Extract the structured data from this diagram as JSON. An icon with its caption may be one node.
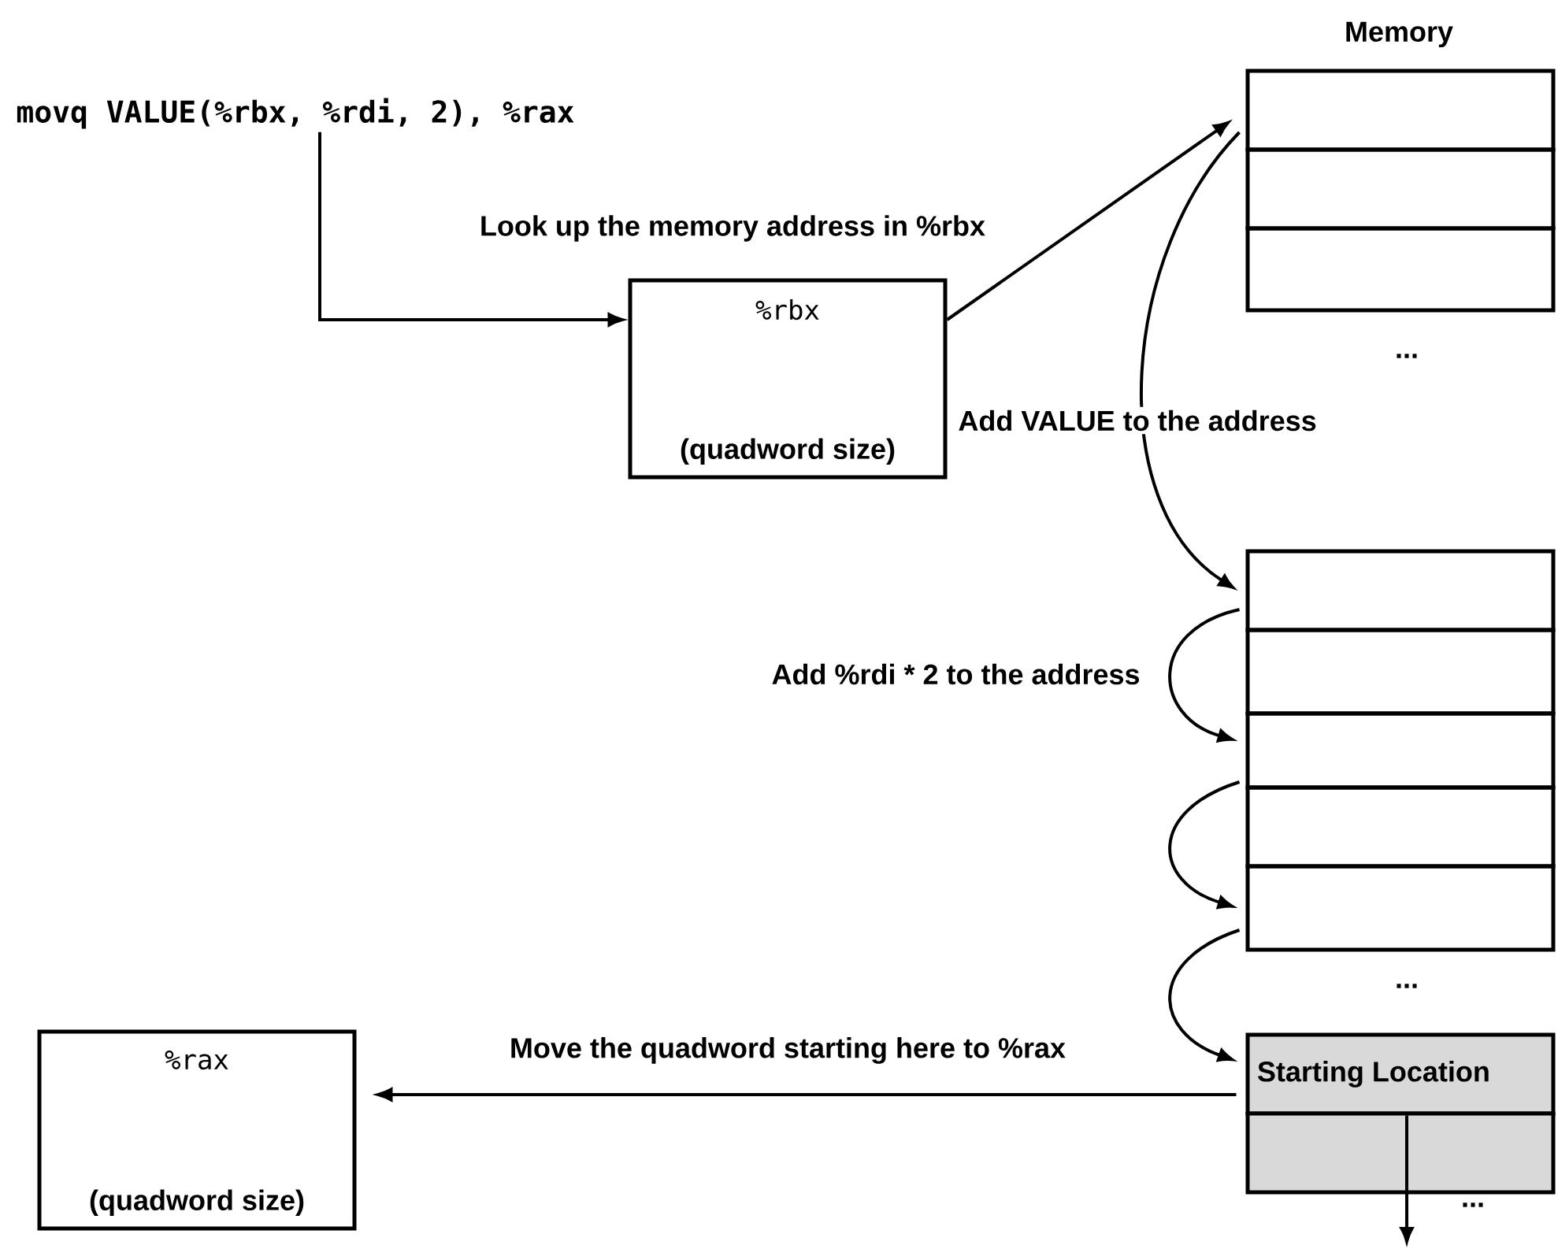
{
  "diagram": {
    "nodes": [
      {
        "text": [
          "movq VALUE(%rbx, %rdi, 2), %rax"
        ]
      },
      {
        "text": [
          "%rbx",
          "(quadword size)"
        ]
      },
      {
        "text": [],
        "shape": "box"
      },
      {
        "text": [],
        "shape": "box"
      },
      {
        "text": [],
        "shape": "box"
      },
      {
        "text": [],
        "shape": "box"
      },
      {
        "text": [],
        "shape": "box"
      },
      {
        "text": [],
        "shape": "box"
      },
      {
        "text": [],
        "shape": "box"
      },
      {
        "text": [],
        "shape": "box"
      },
      {
        "text": [
          "Starting Location"
        ]
      },
      {
        "text": [],
        "shape": "box"
      },
      {
        "text": [
          "%rax",
          "(quadword size)"
        ]
      }
    ],
    "edges": [
      {
        "from": 0,
        "to": 1,
        "arrow": "to"
      },
      {
        "from": 1,
        "to": 2,
        "arrow": "to",
        "label": "Look up the memory address in %rbx"
      },
      {
        "from": 2,
        "to": 5,
        "arrow": "to",
        "label": "Add VALUE to the address"
      },
      {
        "from": 5,
        "to": 7,
        "arrow": "to",
        "label": "Add %rdi * 2 to the address"
      },
      {
        "from": 7,
        "to": 9,
        "arrow": "to"
      },
      {
        "from": 9,
        "to": 10,
        "arrow": "to"
      },
      {
        "from": 10,
        "to": 12,
        "arrow": "to",
        "label": "Move the quadword starting here to %rax"
      },
      {
        "from": 10,
        "to": null,
        "arrow": "to"
      }
    ],
    "labels": [
      "Memory",
      "...",
      "...",
      "..."
    ]
  }
}
